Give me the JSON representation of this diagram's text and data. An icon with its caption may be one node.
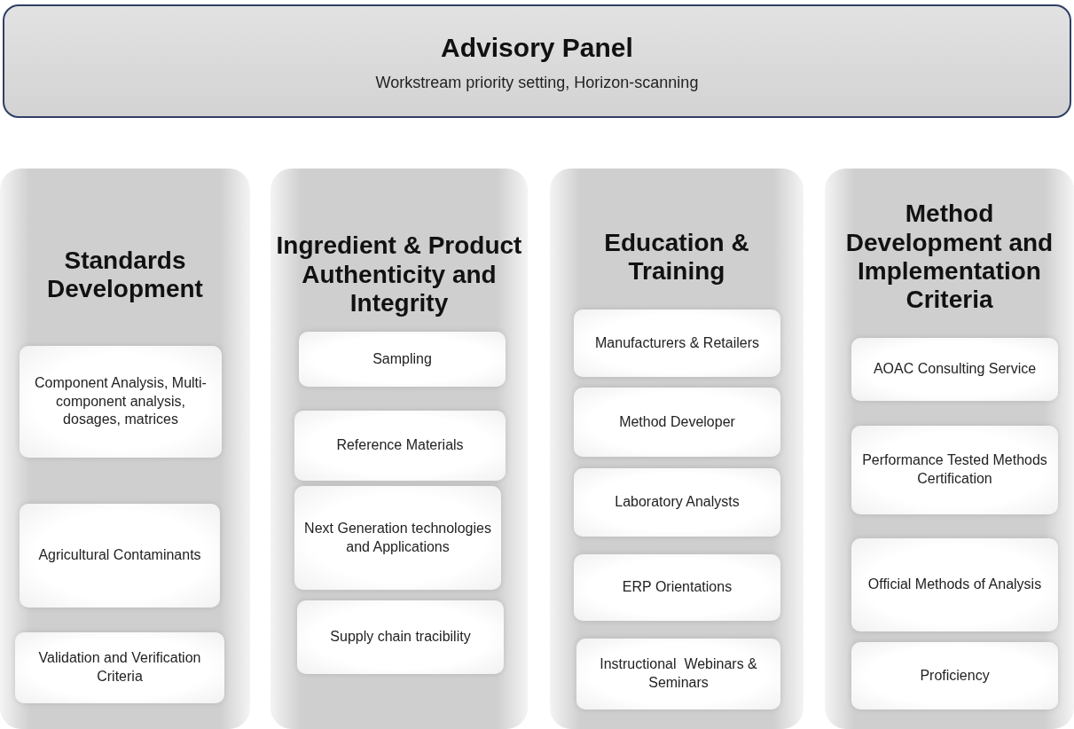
{
  "diagram": {
    "nodes": [
      {
        "text": [
          "Advisory Panel",
          "Workstream priority setting, Horizon-scanning"
        ]
      },
      {
        "text": [
          "Standards Development"
        ]
      },
      {
        "text": [
          "Component Analysis, Multi-component analysis, dosages, matrices"
        ],
        "in": 1
      },
      {
        "text": [
          "Agricultural Contaminants"
        ],
        "in": 1
      },
      {
        "text": [
          "Validation and Verification Criteria"
        ],
        "in": 1
      },
      {
        "text": [
          "Ingredient & Product Authenticity and Integrity"
        ]
      },
      {
        "text": [
          "Sampling"
        ],
        "in": 5
      },
      {
        "text": [
          "Reference Materials"
        ],
        "in": 5
      },
      {
        "text": [
          "Next Generation technologies and Applications"
        ],
        "in": 5
      },
      {
        "text": [
          "Supply chain tracibility"
        ],
        "in": 5
      },
      {
        "text": [
          "Education & Training"
        ]
      },
      {
        "text": [
          "Manufacturers & Retailers"
        ],
        "in": 10
      },
      {
        "text": [
          "Method Developer"
        ],
        "in": 10
      },
      {
        "text": [
          "Laboratory Analysts"
        ],
        "in": 10
      },
      {
        "text": [
          "ERP Orientations"
        ],
        "in": 10
      },
      {
        "text": [
          "Instructional  Webinars & Seminars"
        ],
        "in": 10
      },
      {
        "text": [
          "Method Development and Implementation Criteria"
        ]
      },
      {
        "text": [
          "AOAC Consulting Service"
        ],
        "in": 16
      },
      {
        "text": [
          "Performance Tested Methods Certification"
        ],
        "in": 16
      },
      {
        "text": [
          "Official Methods of Analysis"
        ],
        "in": 16
      },
      {
        "text": [
          "Proficiency"
        ],
        "in": 16
      }
    ]
  }
}
